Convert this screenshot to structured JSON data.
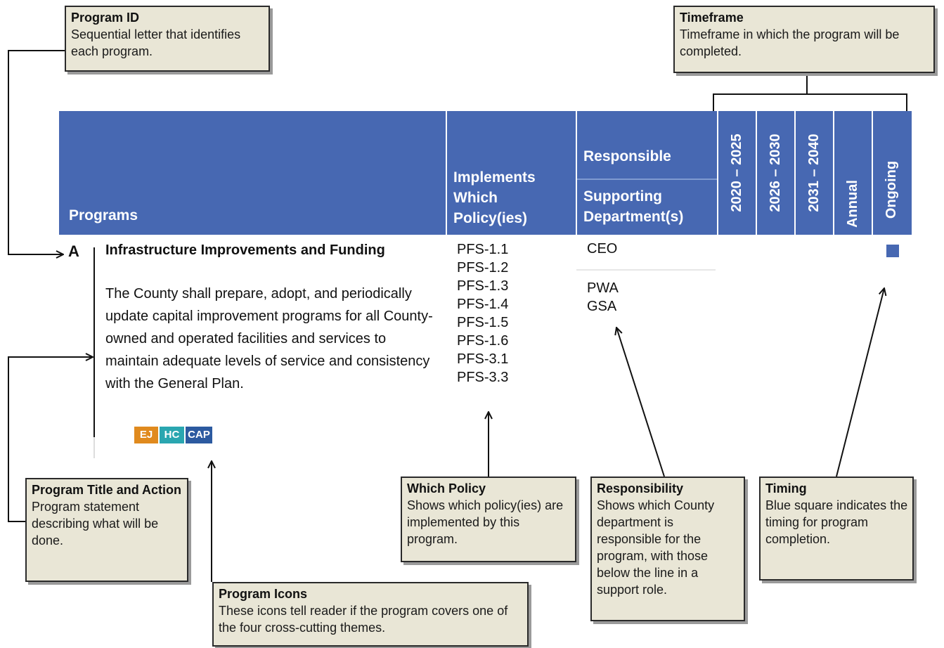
{
  "callouts": {
    "program_id": {
      "title": "Program ID",
      "body": "Sequential letter that identifies each program."
    },
    "timeframe": {
      "title": "Timeframe",
      "body": "Timeframe in which the program will be completed."
    },
    "program_title_action": {
      "title": "Program Title and Action",
      "body": "Program statement describing what will be done."
    },
    "program_icons": {
      "title": "Program Icons",
      "body": "These icons tell reader if the program covers one of the four cross-cutting themes."
    },
    "which_policy": {
      "title": "Which Policy",
      "body": "Shows which policy(ies) are implemented by this program."
    },
    "responsibility": {
      "title": "Responsibility",
      "body": "Shows which County department is responsible for the program, with those below the line in a support role."
    },
    "timing": {
      "title": "Timing",
      "body": "Blue square indicates the timing for program completion."
    }
  },
  "table": {
    "header": {
      "programs": "Programs",
      "implements": "Implements Which Policy(ies)",
      "responsible": "Responsible",
      "supporting": "Supporting Department(s)",
      "timeframes": [
        "2020 – 2025",
        "2026 – 2030",
        "2031 – 2040",
        "Annual",
        "Ongoing"
      ]
    },
    "row": {
      "id": "A",
      "title": "Infrastructure Improvements and Funding",
      "description": "The County shall prepare, adopt, and periodically update capital improvement programs for all County-owned and operated facilities and services to maintain adequate levels of service and consistency with the General Plan.",
      "policies": [
        "PFS-1.1",
        "PFS-1.2",
        "PFS-1.3",
        "PFS-1.4",
        "PFS-1.5",
        "PFS-1.6",
        "PFS-3.1",
        "PFS-3.3"
      ],
      "responsible": "CEO",
      "supporting": [
        "PWA",
        "GSA"
      ],
      "icons": [
        {
          "label": "EJ",
          "color": "#e08a1e"
        },
        {
          "label": "HC",
          "color": "#2aa6b0"
        },
        {
          "label": "CAP",
          "color": "#2c5aa0"
        }
      ],
      "timing_marker_color": "#4768b2"
    }
  }
}
